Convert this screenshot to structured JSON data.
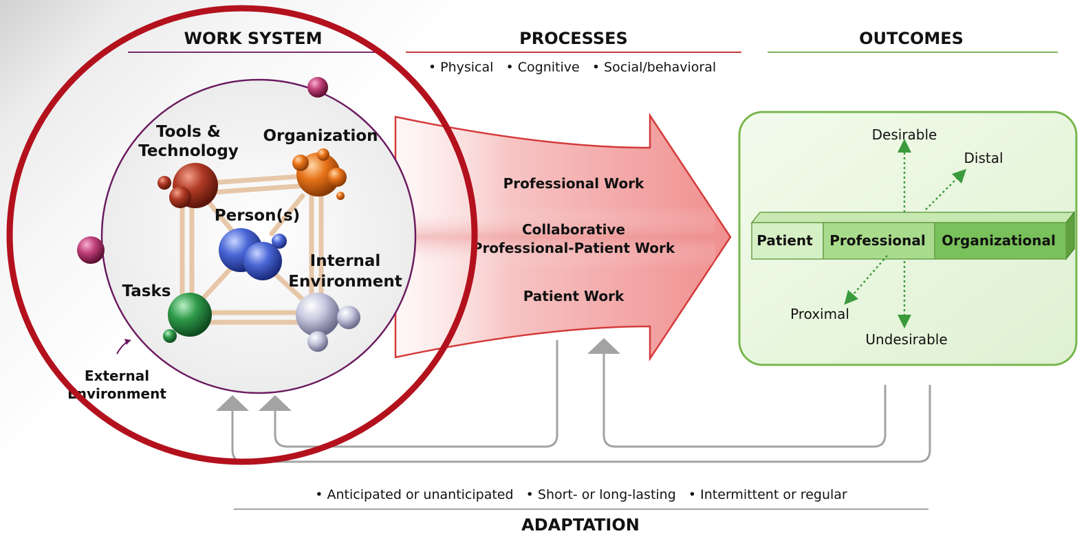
{
  "headers": {
    "work_system": "WORK SYSTEM",
    "processes": "PROCESSES",
    "outcomes": "OUTCOMES",
    "adaptation": "ADAPTATION"
  },
  "processes": {
    "bullets": "• Physical   • Cognitive   • Social/behavioral",
    "arrow_items": {
      "professional_work": "Professional Work",
      "collaborative_line1": "Collaborative",
      "collaborative_line2": "Professional-Patient Work",
      "patient_work": "Patient Work"
    }
  },
  "work_system": {
    "tools_line1": "Tools &",
    "tools_line2": "Technology",
    "organization": "Organization",
    "persons": "Person(s)",
    "internal_line1": "Internal",
    "internal_line2": "Environment",
    "tasks": "Tasks",
    "external_line1": "External",
    "external_line2": "Environment"
  },
  "outcomes": {
    "desirable": "Desirable",
    "distal": "Distal",
    "proximal": "Proximal",
    "undesirable": "Undesirable",
    "bar": [
      "Patient",
      "Professional",
      "Organizational"
    ]
  },
  "adaptation": {
    "bullets": "• Anticipated or unanticipated   • Short- or long-lasting   • Intermittent or regular"
  },
  "colors": {
    "work_system_line": "#7a2a6e",
    "processes_line": "#c23a3a",
    "outcomes_line": "#7cb35a",
    "highlight_circle": "#b3111d",
    "arrow_fill": "#f2a5a5",
    "outcome_box": "#e8f5e0",
    "tools_sphere": "#b03a25",
    "organization_sphere": "#e8741a",
    "persons_sphere": "#4a67d6",
    "tasks_sphere": "#2f9a4a",
    "internal_sphere": "#c8c8e0",
    "external_sphere": "#c0407a"
  }
}
